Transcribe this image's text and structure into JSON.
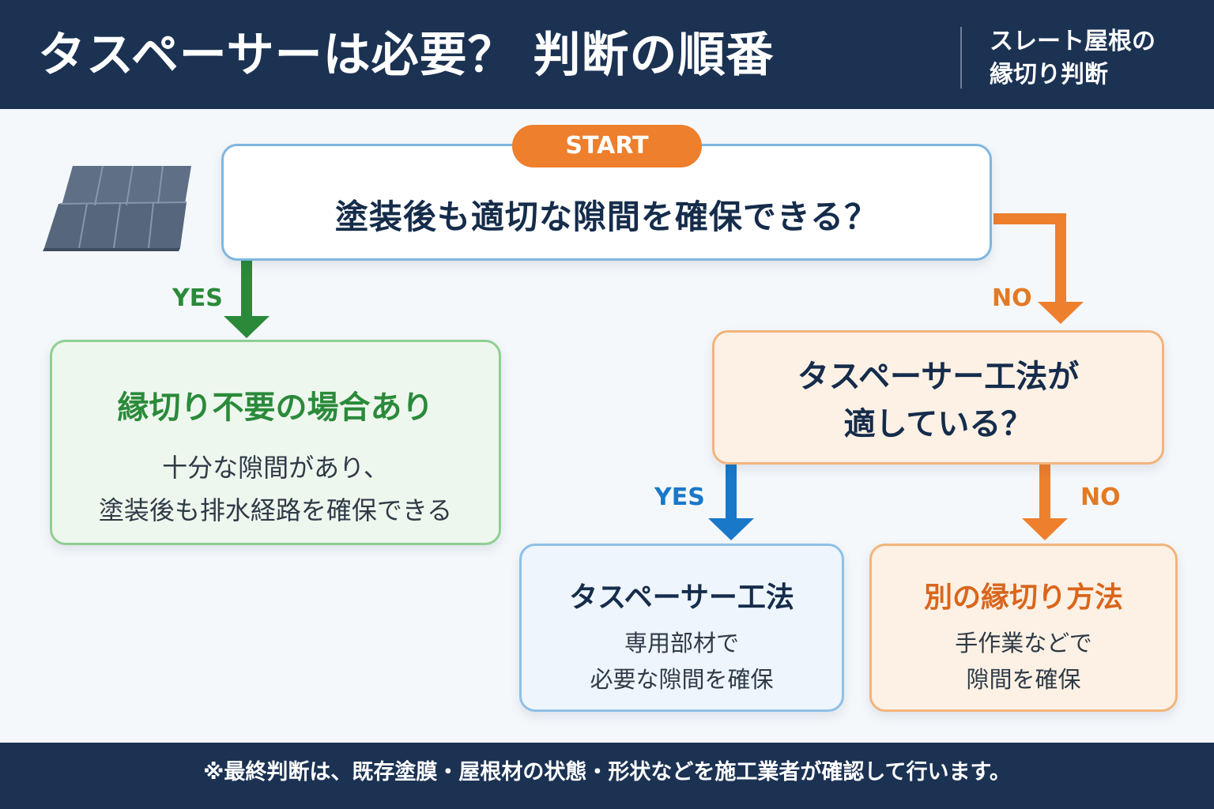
{
  "header": {
    "title": "タスペーサーは必要？ 判断の順番",
    "subtitle_line1": "スレート屋根の",
    "subtitle_line2": "縁切り判断"
  },
  "start": {
    "label": "START",
    "question": "塗装後も適切な隙間を確保できる？"
  },
  "branches": {
    "yes_label": "YES",
    "no_label": "NO"
  },
  "result_yes": {
    "title": "縁切り不要の場合あり",
    "line1": "十分な隙間があり、",
    "line2": "塗装後も排水経路を確保できる"
  },
  "question2": {
    "line1": "タスペーサー工法が",
    "line2": "適している？"
  },
  "result_taspacer": {
    "title": "タスペーサー工法",
    "line1": "専用部材で",
    "line2": "必要な隙間を確保"
  },
  "result_other": {
    "title": "別の縁切り方法",
    "line1": "手作業などで",
    "line2": "隙間を確保"
  },
  "footer": {
    "note": "※最終判断は、既存塗膜・屋根材の状態・形状などを施工業者が確認して行います。"
  },
  "colors": {
    "navy": "#1b3253",
    "green": "#2a8a3a",
    "blue": "#1a78c8",
    "orange": "#ee7f2c"
  },
  "icons": {
    "illustration": "slate-roof-tiles"
  }
}
